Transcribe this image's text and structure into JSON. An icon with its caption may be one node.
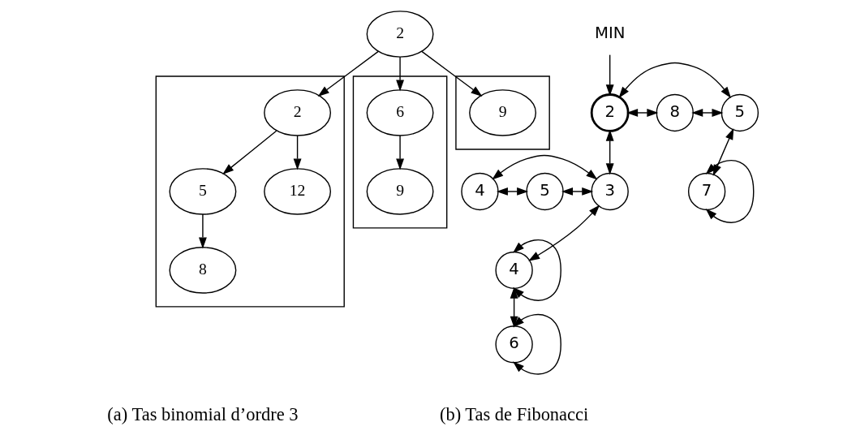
{
  "diagram": {
    "nodes": [
      {
        "text": [
          "2"
        ]
      },
      {
        "text": [],
        "shape": "box"
      },
      {
        "text": [
          "2"
        ],
        "in": 1
      },
      {
        "text": [
          "5"
        ],
        "in": 1
      },
      {
        "text": [
          "12"
        ],
        "in": 1
      },
      {
        "text": [
          "8"
        ],
        "in": 1
      },
      {
        "text": [],
        "shape": "box"
      },
      {
        "text": [
          "6"
        ],
        "in": 6
      },
      {
        "text": [
          "9"
        ],
        "in": 6
      },
      {
        "text": [],
        "shape": "box"
      },
      {
        "text": [
          "9"
        ],
        "in": 9
      },
      {
        "text": [
          "MIN"
        ]
      },
      {
        "text": [
          "2"
        ]
      },
      {
        "text": [
          "8"
        ]
      },
      {
        "text": [
          "5"
        ]
      },
      {
        "text": [
          "4"
        ]
      },
      {
        "text": [
          "5"
        ]
      },
      {
        "text": [
          "3"
        ]
      },
      {
        "text": [
          "7"
        ]
      },
      {
        "text": [
          "4"
        ]
      },
      {
        "text": [
          "6"
        ]
      }
    ],
    "edges": [
      {
        "from": 0,
        "to": 2,
        "arrow": "to"
      },
      {
        "from": 0,
        "to": 7,
        "arrow": "to"
      },
      {
        "from": 0,
        "to": 10,
        "arrow": "to"
      },
      {
        "from": 2,
        "to": 3,
        "arrow": "to"
      },
      {
        "from": 2,
        "to": 4,
        "arrow": "to"
      },
      {
        "from": 3,
        "to": 5,
        "arrow": "to"
      },
      {
        "from": 7,
        "to": 8,
        "arrow": "to"
      },
      {
        "from": 11,
        "to": 12,
        "arrow": "to"
      },
      {
        "from": 12,
        "to": 14,
        "arrow": "both"
      },
      {
        "from": 12,
        "to": 13,
        "arrow": "both"
      },
      {
        "from": 13,
        "to": 14,
        "arrow": "both"
      },
      {
        "from": 12,
        "to": 17,
        "arrow": "both"
      },
      {
        "from": 14,
        "to": 18,
        "arrow": "both"
      },
      {
        "from": 18,
        "to": 18,
        "arrow": "both"
      },
      {
        "from": 15,
        "to": 17,
        "arrow": "both"
      },
      {
        "from": 15,
        "to": 16,
        "arrow": "both"
      },
      {
        "from": 16,
        "to": 17,
        "arrow": "both"
      },
      {
        "from": 17,
        "to": 19,
        "arrow": "both"
      },
      {
        "from": 19,
        "to": 19,
        "arrow": "both"
      },
      {
        "from": 19,
        "to": 20,
        "arrow": "both"
      },
      {
        "from": 20,
        "to": 20,
        "arrow": "both"
      }
    ],
    "labels": [
      "(a) Tas binomial d’ordre 3",
      "(b) Tas de Fibonacci"
    ]
  }
}
